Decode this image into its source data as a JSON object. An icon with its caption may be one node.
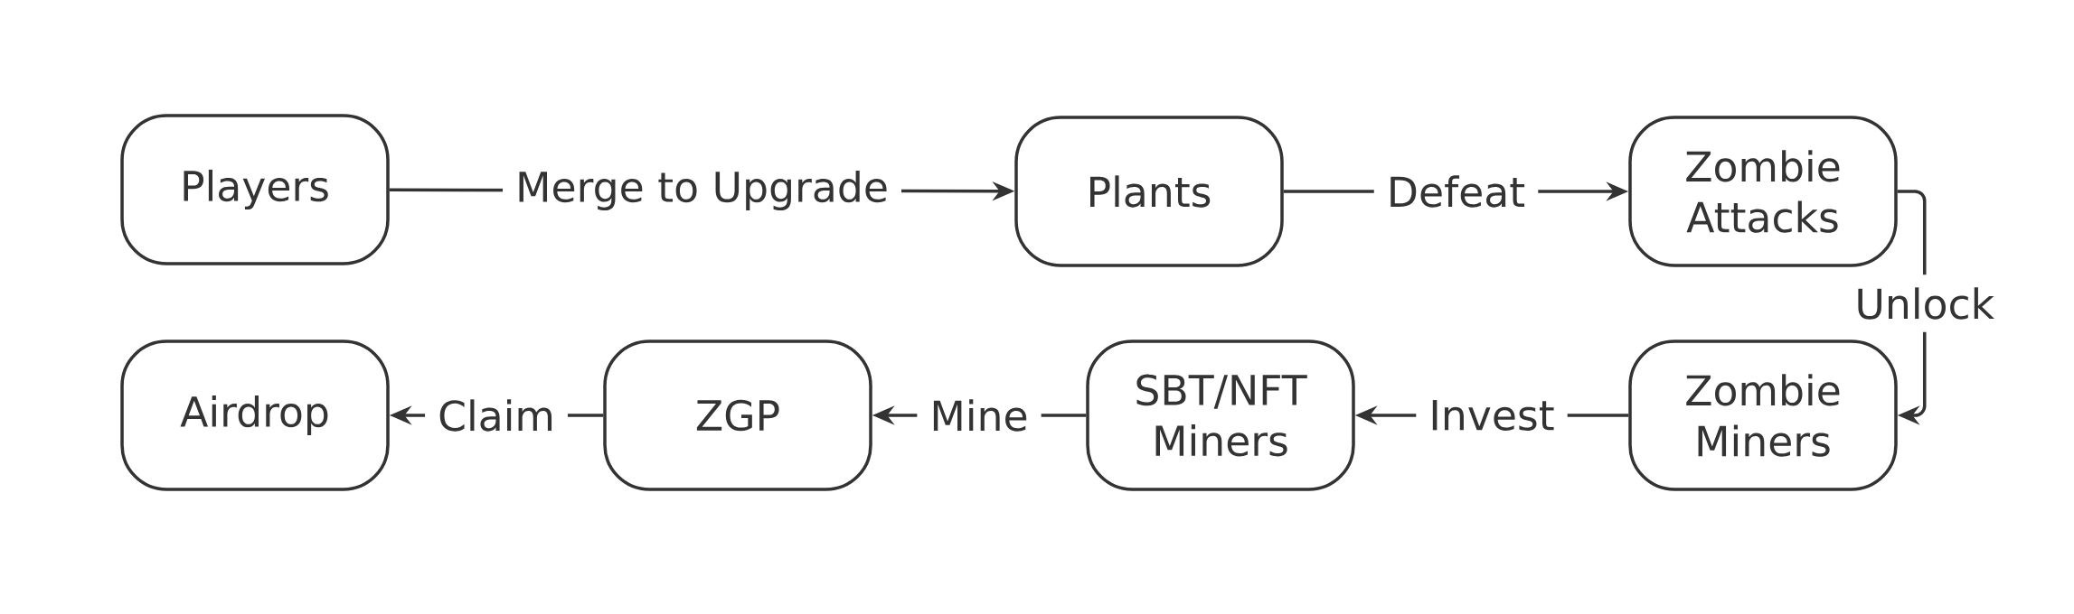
{
  "diagram": {
    "nodes": [
      {
        "text": [
          "Players"
        ]
      },
      {
        "text": [
          "Plants"
        ]
      },
      {
        "text": [
          "Zombie Attacks"
        ]
      },
      {
        "text": [
          "Airdrop"
        ]
      },
      {
        "text": [
          "ZGP"
        ]
      },
      {
        "text": [
          "SBT/NFT Miners"
        ]
      },
      {
        "text": [
          "Zombie Miners"
        ]
      }
    ],
    "edges": [
      {
        "from": 0,
        "to": 1,
        "arrow": "to",
        "label": "Merge to Upgrade"
      },
      {
        "from": 1,
        "to": 2,
        "arrow": "to",
        "label": "Defeat"
      },
      {
        "from": 2,
        "to": 6,
        "arrow": "to",
        "label": "Unlock"
      },
      {
        "from": 6,
        "to": 5,
        "arrow": "to",
        "label": "Invest"
      },
      {
        "from": 5,
        "to": 4,
        "arrow": "to",
        "label": "Mine"
      },
      {
        "from": 4,
        "to": 3,
        "arrow": "to",
        "label": "Claim"
      }
    ]
  }
}
